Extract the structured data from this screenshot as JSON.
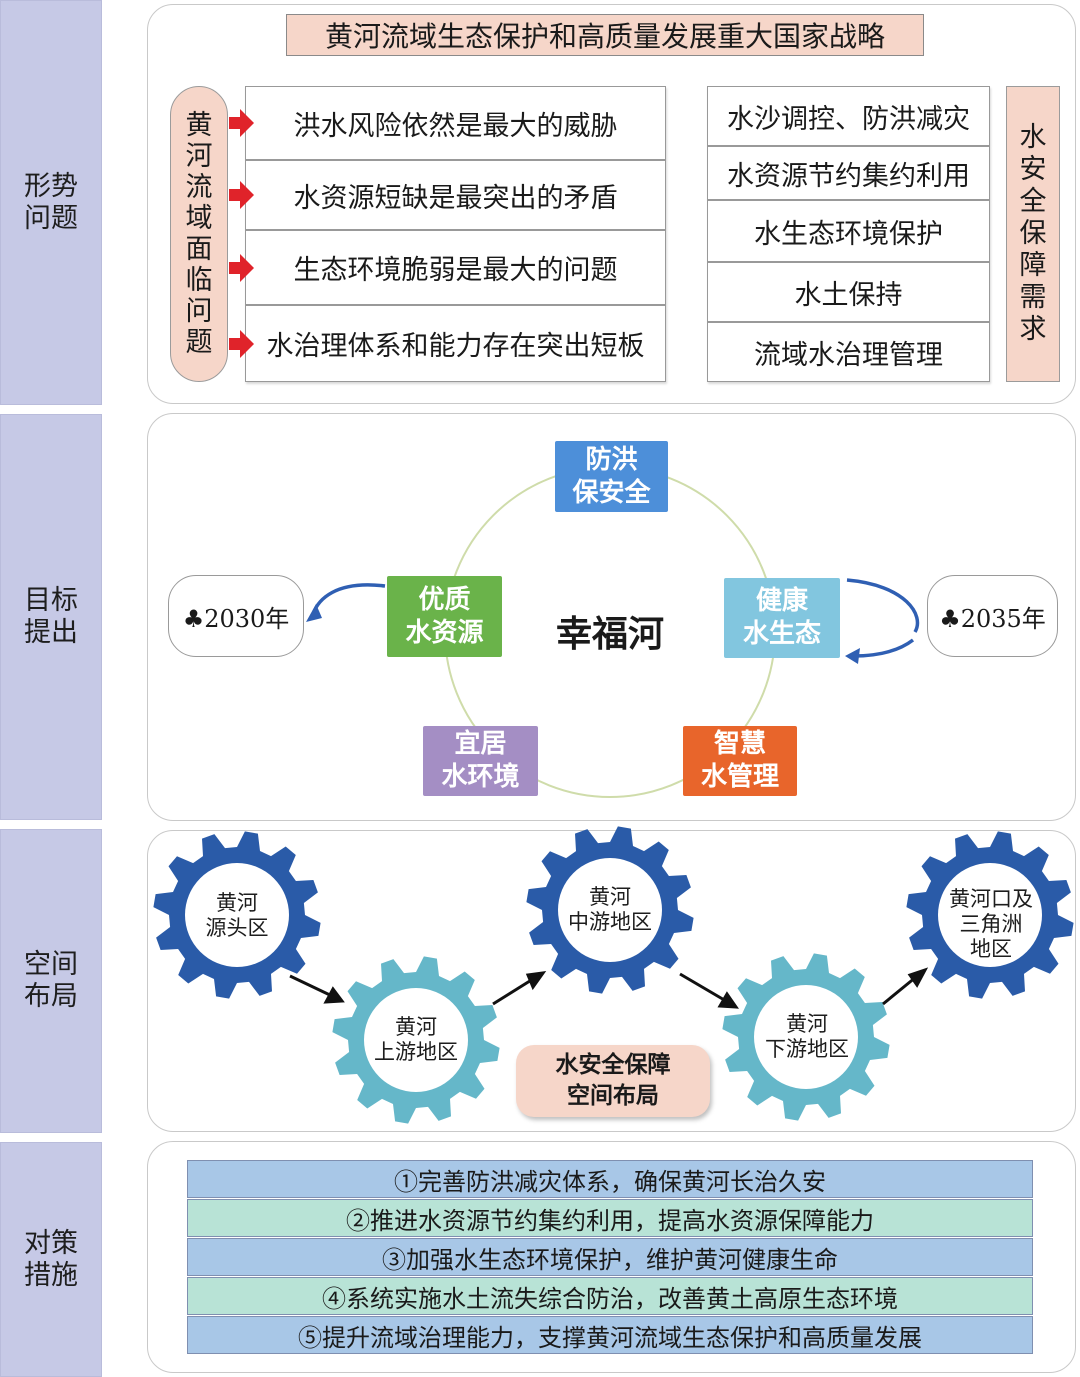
{
  "sections": [
    "形势问题",
    "目标提出",
    "空间布局",
    "对策措施"
  ],
  "situation": {
    "title": "黄河流域生态保护和高质量发展重大国家战略",
    "left_label": "黄河流域面临问题",
    "problems": [
      "洪水风险依然是最大的威胁",
      "水资源短缺是最突出的矛盾",
      "生态环境脆弱是最大的问题",
      "水治理体系和能力存在突出短板"
    ],
    "needs": [
      "水沙调控、防洪减灾",
      "水资源节约集约利用",
      "水生态环境保护",
      "水土保持",
      "流域水治理管理"
    ],
    "right_label": "水安全保障需求"
  },
  "goals": {
    "center": "幸福河",
    "items": [
      {
        "lines": [
          "防洪",
          "保安全"
        ],
        "color": "#4d8fd9"
      },
      {
        "lines": [
          "优质",
          "水资源"
        ],
        "color": "#6ab34a"
      },
      {
        "lines": [
          "健康",
          "水生态"
        ],
        "color": "#82c6df"
      },
      {
        "lines": [
          "宜居",
          "水环境"
        ],
        "color": "#a48ec4"
      },
      {
        "lines": [
          "智慧",
          "水管理"
        ],
        "color": "#e8652b"
      }
    ],
    "year_left": "♣2030年",
    "year_right": "♣2035年",
    "arrow_color": "#2f5fb3",
    "circle_color": "#cfdcaa"
  },
  "layout": {
    "regions": [
      {
        "lines": [
          "黄河",
          "源头区"
        ],
        "color": "#2a5ba8"
      },
      {
        "lines": [
          "黄河",
          "上游地区"
        ],
        "color": "#65b7c9"
      },
      {
        "lines": [
          "黄河",
          "中游地区"
        ],
        "color": "#2a5ba8"
      },
      {
        "lines": [
          "黄河",
          "下游地区"
        ],
        "color": "#65b7c9"
      },
      {
        "lines": [
          "黄河口及",
          "三角洲",
          "地区"
        ],
        "color": "#2a5ba8"
      }
    ],
    "label_lines": [
      "水安全保障",
      "空间布局"
    ]
  },
  "measures": [
    "①完善防洪减灾体系，确保黄河长治久安",
    "②推进水资源节约集约利用，提高水资源保障能力",
    "③加强水生态环境保护，维护黄河健康生命",
    "④系统实施水土流失综合防治，改善黄土高原生态环境",
    "⑤提升流域治理能力，支撑黄河流域生态保护和高质量发展"
  ]
}
